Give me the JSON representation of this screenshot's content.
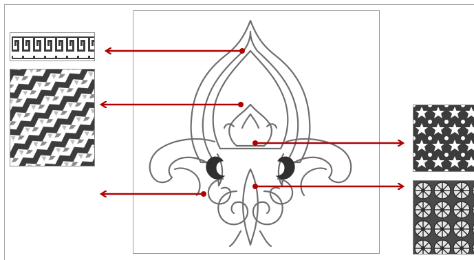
{
  "diagram": {
    "arrow_color": "#b00000",
    "outline_color": "#6e6e6e",
    "pattern_dark": "#3c3c3c",
    "pattern_light": "#ffffff",
    "center_motif": "arabesque-floral-motif",
    "left_tiles": [
      {
        "name": "kufic-calligraphy-tile",
        "pattern": "square-kufic-calligraphy"
      },
      {
        "name": "geometric-pattern-tile",
        "pattern": "interlocking-triangles"
      }
    ],
    "right_tiles": [
      {
        "name": "star-pattern-tile",
        "pattern": "six-pointed-star-lattice"
      },
      {
        "name": "circle-pattern-tile",
        "pattern": "overlapping-circles-rosettes"
      }
    ],
    "arrows": [
      {
        "from": "outer-dome-outline",
        "to": "kufic-calligraphy-tile"
      },
      {
        "from": "inner-dome-region",
        "to": "geometric-pattern-tile"
      },
      {
        "from": "central-bud-region",
        "to": "star-pattern-tile"
      },
      {
        "from": "lower-left-leaf-region",
        "to": "empty-left-slot"
      },
      {
        "from": "central-base-region",
        "to": "circle-pattern-tile"
      }
    ]
  }
}
